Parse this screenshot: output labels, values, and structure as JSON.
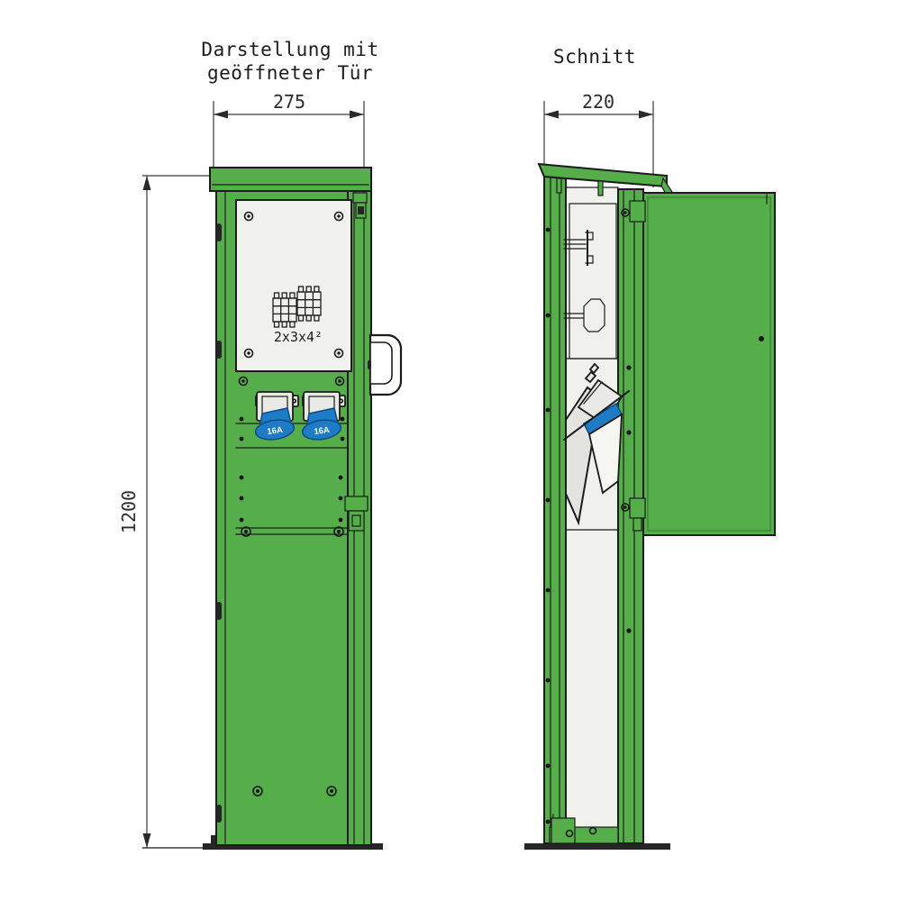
{
  "front_view": {
    "title": {
      "line1": "Darstellung mit",
      "line2": "geöffneter Tür"
    },
    "dimensions": {
      "width": "275",
      "height": "1200"
    },
    "terminal_block_label": "2x3x4²",
    "sockets": {
      "left_label": "16A",
      "right_label": "16A"
    }
  },
  "section_view": {
    "title": "Schnitt",
    "dimensions": {
      "width": "220"
    }
  },
  "colors": {
    "green": "#56ae4a",
    "panel": "#f0f0ec",
    "grey": "#e9e9e5",
    "blue": "#1e7cc6",
    "blueDark": "#0e4f86",
    "line": "#1b1b1b",
    "base": "#262626"
  }
}
